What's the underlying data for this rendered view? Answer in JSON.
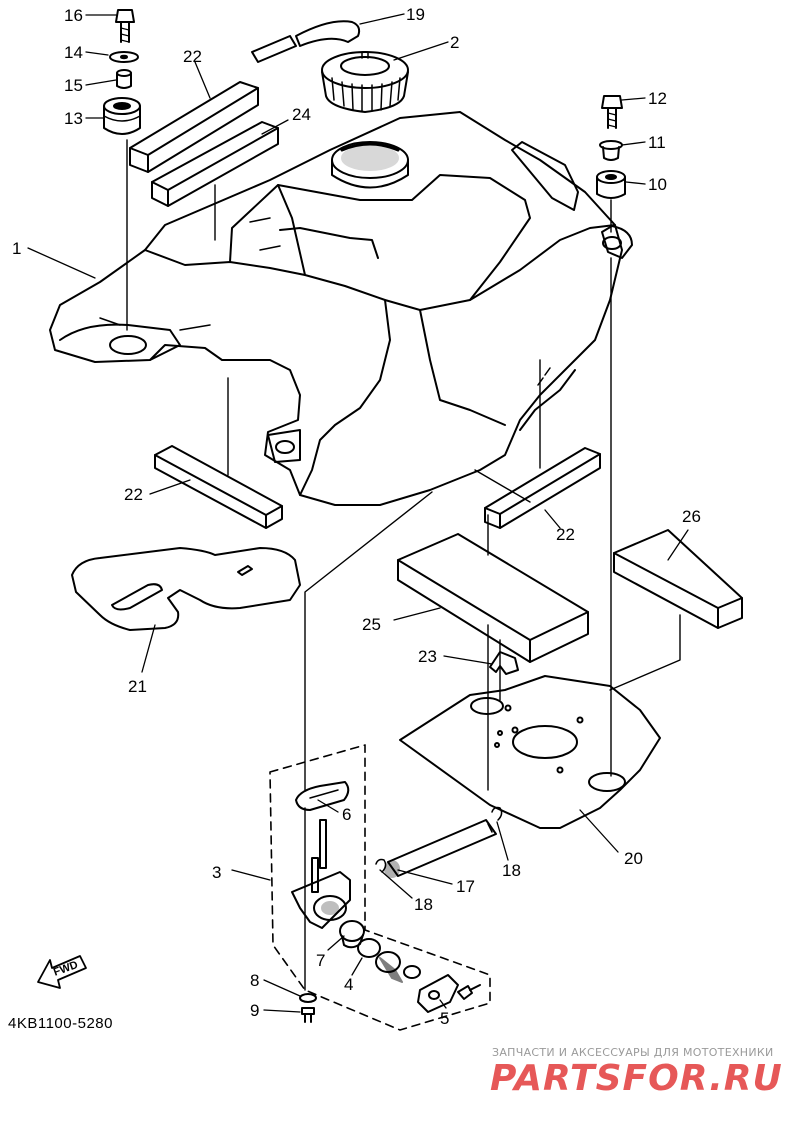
{
  "diagram": {
    "part_code": "4KB1100-5280",
    "fwd_label": "FWD",
    "watermark": {
      "line": "ЗАПЧАСТИ И АКСЕССУАРЫ ДЛЯ МОТОТЕХНИКИ",
      "logo": "PARTSFOR.RU"
    },
    "callouts": [
      "1",
      "2",
      "3",
      "4",
      "5",
      "6",
      "7",
      "8",
      "9",
      "10",
      "11",
      "12",
      "13",
      "14",
      "15",
      "16",
      "17",
      "18",
      "18",
      "19",
      "20",
      "21",
      "22",
      "22",
      "22",
      "23",
      "24",
      "25",
      "26"
    ]
  }
}
